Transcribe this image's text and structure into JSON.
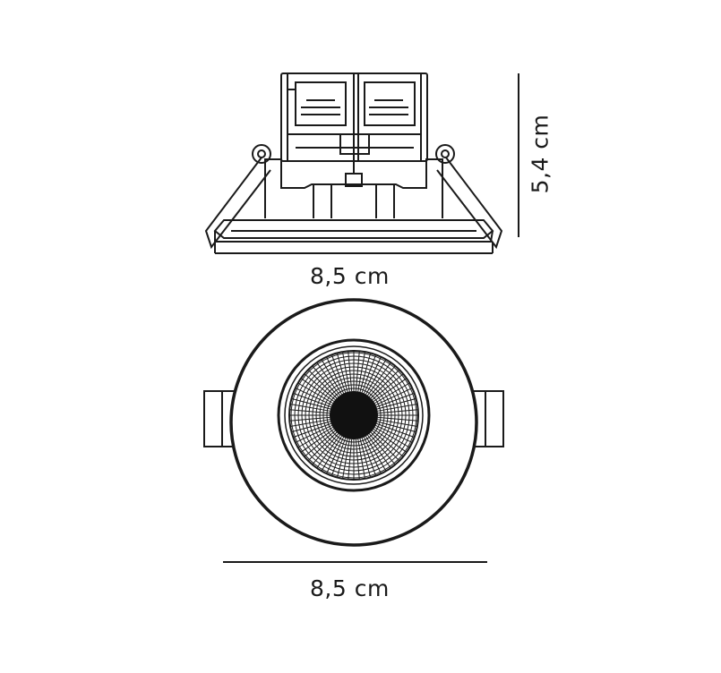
{
  "dimensions": {
    "side_width": "8,5 cm",
    "height": "5,4 cm",
    "front_width": "8,5 cm"
  },
  "colors": {
    "line": "#1a1a1a",
    "background": "#ffffff"
  }
}
